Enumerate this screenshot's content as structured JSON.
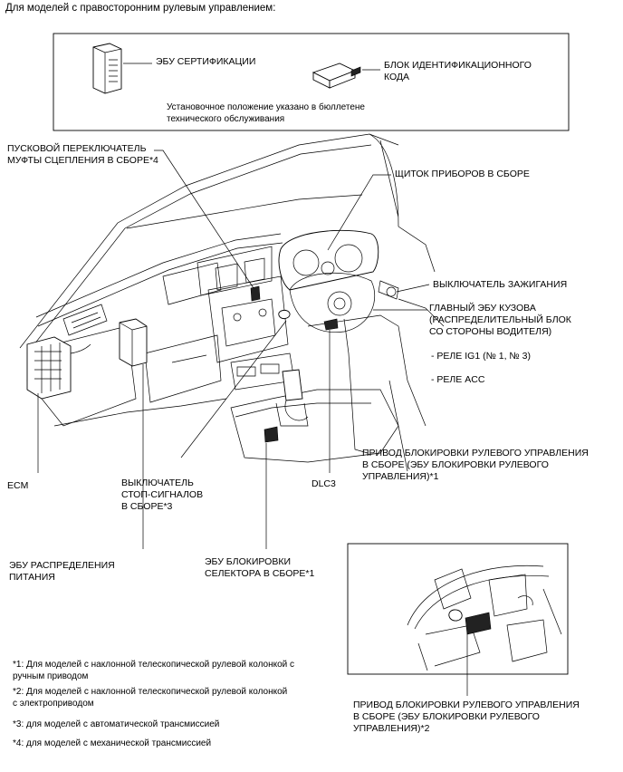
{
  "header": "Для моделей с правосторонним рулевым управлением:",
  "top_box": {
    "cert_ecu": "ЭБУ СЕРТИФИКАЦИИ",
    "id_code_box": "БЛОК ИДЕНТИФИКАЦИОННОГО\nКОДА",
    "note": "Установочное положение указано в бюллетене\nтехнического обслуживания"
  },
  "labels": {
    "clutch_start_switch": "ПУСКОВОЙ ПЕРЕКЛЮЧАТЕЛЬ\nМУФТЫ СЦЕПЛЕНИЯ В СБОРЕ*4",
    "combination_meter": "ЩИТОК ПРИБОРОВ В СБОРЕ",
    "ignition_switch": "ВЫКЛЮЧАТЕЛЬ ЗАЖИГАНИЯ",
    "main_body_ecu": "ГЛАВНЫЙ ЭБУ КУЗОВА\n(РАСПРЕДЕЛИТЕЛЬНЫЙ БЛОК\nСО СТОРОНЫ ВОДИТЕЛЯ)",
    "relay_ig1": "- РЕЛЕ IG1 (№ 1, № 3)",
    "relay_acc": "- РЕЛЕ ACC",
    "steering_lock_1": "ПРИВОД БЛОКИРОВКИ РУЛЕВОГО УПРАВЛЕНИЯ\nВ СБОРЕ (ЭБУ БЛОКИРОВКИ РУЛЕВОГО\nУПРАВЛЕНИЯ)*1",
    "ecm": "ECM",
    "stop_light_switch": "ВЫКЛЮЧАТЕЛЬ\nСТОП-СИГНАЛОВ\nВ СБОРЕ*3",
    "dlc3": "DLC3",
    "power_dist_ecu": "ЭБУ РАСПРЕДЕЛЕНИЯ\nПИТАНИЯ",
    "shift_lock_ecu": "ЭБУ БЛОКИРОВКИ\nСЕЛЕКТОРА В СБОРЕ*1",
    "steering_lock_2": "ПРИВОД БЛОКИРОВКИ РУЛЕВОГО УПРАВЛЕНИЯ\nВ СБОРЕ (ЭБУ БЛОКИРОВКИ РУЛЕВОГО\nУПРАВЛЕНИЯ)*2"
  },
  "footnotes": {
    "n1": "*1: Для моделей с наклонной телескопической рулевой колонкой с\nручным приводом",
    "n2": "*2: Для моделей с наклонной телескопической рулевой колонкой\nс электроприводом",
    "n3": "*3: для моделей с автоматической трансмиссией",
    "n4": "*4: для моделей с механической трансмиссией"
  }
}
